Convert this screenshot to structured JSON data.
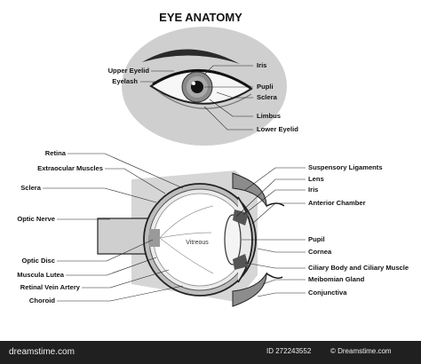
{
  "title": "EYE ANATOMY",
  "front_view": {
    "labels_left": [
      "Upper Eyelid",
      "Eyelash"
    ],
    "labels_right": [
      "Iris",
      "Pupli",
      "Sclera",
      "Limbus",
      "Lower Eyelid"
    ]
  },
  "section_view": {
    "inner_label": "Vitreous",
    "labels_left": [
      "Retina",
      "Extraocular Muscles",
      "Sclera",
      "Optic Nerve",
      "Optic Disc",
      "Muscula Lutea",
      "Retinal Vein Artery",
      "Choroid"
    ],
    "labels_right": [
      "Suspensory Ligaments",
      "Lens",
      "Iris",
      "Anterior Chamber",
      "Pupil",
      "Cornea",
      "Ciliary Body and Ciliary Muscle",
      "Meibomian Gland",
      "Conjunctiva"
    ]
  },
  "footer": {
    "site": "dreamstime.com",
    "id_text": "ID 272243552",
    "credit": "© Dreamstime.com"
  },
  "colors": {
    "bg_ellipse": "#cfcfcf",
    "dark": "#222222",
    "footer": "#202020"
  }
}
